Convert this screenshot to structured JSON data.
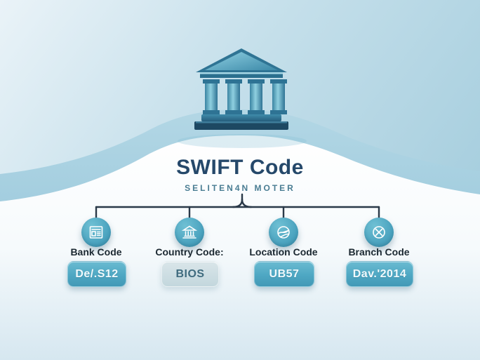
{
  "header": {
    "title": "SWIFT Code",
    "subtitle": "SELITEN4N MOTER"
  },
  "illustration": "bank-building",
  "colors": {
    "accent_teal": "#4da7c1",
    "title_navy": "#25486a",
    "subtitle_teal": "#4a7d93",
    "connector_line": "#2a3948",
    "box_teal": "#4ea7c3",
    "box_light": "#c9dbe1",
    "label_dark": "#1b2831",
    "background_sky": "#a9cfe0",
    "mound_white": "#ffffff"
  },
  "columns": [
    {
      "label": "Bank Code",
      "value": "De/.S12",
      "icon": "document-icon",
      "box_style": "teal"
    },
    {
      "label": "Country Code:",
      "value": "BIOS",
      "icon": "bank-icon",
      "box_style": "light"
    },
    {
      "label": "Location Code",
      "value": "UB57",
      "icon": "globe-icon",
      "box_style": "teal"
    },
    {
      "label": "Branch Code",
      "value": "Dav.'2014",
      "icon": "crossed-circle-icon",
      "box_style": "teal"
    }
  ]
}
